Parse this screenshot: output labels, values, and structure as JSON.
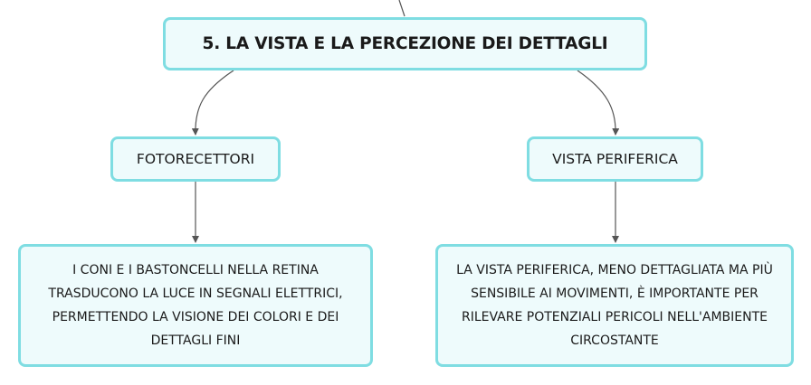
{
  "map": {
    "central_topic": "5. LA VISTA E LA PERCEZIONE DEI DETTAGLI",
    "branches": [
      {
        "label": "FOTORECETTORI",
        "detail": "I CONI E I BASTONCELLI NELLA RETINA TRASDUCONO LA LUCE IN SEGNALI ELETTRICI, PERMETTENDO LA VISIONE DEI COLORI E DEI DETTAGLI FINI"
      },
      {
        "label": "VISTA PERIFERICA",
        "detail": "LA VISTA PERIFERICA, MENO DETTAGLIATA MA PIÙ SENSIBILE AI MOVIMENTI, È IMPORTANTE PER RILEVARE POTENZIALI PERICOLI NELL'AMBIENTE CIRCOSTANTE"
      }
    ]
  },
  "colors": {
    "node_border": "#7fdde2",
    "node_fill": "#eefbfc",
    "connector": "#555555"
  }
}
